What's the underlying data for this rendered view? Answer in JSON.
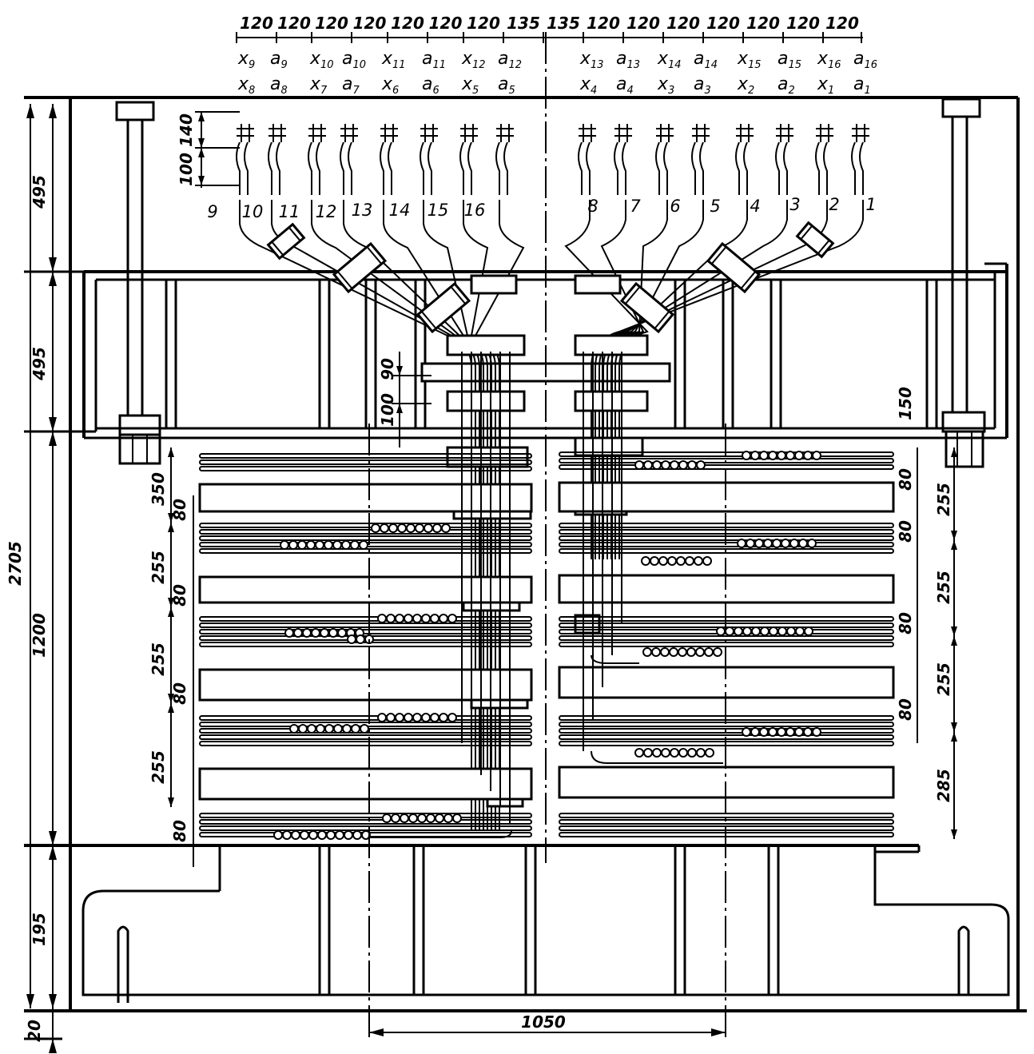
{
  "top_dims": [
    "120",
    "120",
    "120",
    "120",
    "120",
    "120",
    "120",
    "135",
    "135",
    "120",
    "120",
    "120",
    "120",
    "120",
    "120",
    "120"
  ],
  "top_terminals": [
    {
      "base": "x",
      "sub": "9"
    },
    {
      "base": "a",
      "sub": "9"
    },
    {
      "base": "x",
      "sub": "10"
    },
    {
      "base": "a",
      "sub": "10"
    },
    {
      "base": "x",
      "sub": "11"
    },
    {
      "base": "a",
      "sub": "11"
    },
    {
      "base": "x",
      "sub": "12"
    },
    {
      "base": "a",
      "sub": "12"
    },
    {
      "base": "x",
      "sub": "13"
    },
    {
      "base": "a",
      "sub": "13"
    },
    {
      "base": "x",
      "sub": "14"
    },
    {
      "base": "a",
      "sub": "14"
    },
    {
      "base": "x",
      "sub": "15"
    },
    {
      "base": "a",
      "sub": "15"
    },
    {
      "base": "x",
      "sub": "16"
    },
    {
      "base": "a",
      "sub": "16"
    }
  ],
  "bottom_terminals": [
    {
      "base": "x",
      "sub": "8"
    },
    {
      "base": "a",
      "sub": "8"
    },
    {
      "base": "x",
      "sub": "7"
    },
    {
      "base": "a",
      "sub": "7"
    },
    {
      "base": "x",
      "sub": "6"
    },
    {
      "base": "a",
      "sub": "6"
    },
    {
      "base": "x",
      "sub": "5"
    },
    {
      "base": "a",
      "sub": "5"
    },
    {
      "base": "x",
      "sub": "4"
    },
    {
      "base": "a",
      "sub": "4"
    },
    {
      "base": "x",
      "sub": "3"
    },
    {
      "base": "a",
      "sub": "3"
    },
    {
      "base": "x",
      "sub": "2"
    },
    {
      "base": "a",
      "sub": "2"
    },
    {
      "base": "x",
      "sub": "1"
    },
    {
      "base": "a",
      "sub": "1"
    }
  ],
  "lead_numbers": [
    "9",
    "10",
    "11",
    "12",
    "13",
    "14",
    "15",
    "16",
    "8",
    "7",
    "6",
    "5",
    "4",
    "3",
    "2",
    "1"
  ],
  "left_overall": {
    "total": "2705",
    "upper1": "495",
    "upper2": "495",
    "middle": "1200",
    "base": "195",
    "bottom": "20"
  },
  "lead_dims": {
    "d140": "140",
    "d100": "100"
  },
  "center_dims": {
    "d90": "90",
    "d100": "100"
  },
  "left_winding_dims": [
    "350",
    "80",
    "255",
    "80",
    "255",
    "80",
    "255",
    "80"
  ],
  "right_winding_dims": [
    "150",
    "80",
    "255",
    "80",
    "255",
    "80",
    "255",
    "80",
    "285"
  ],
  "bottom_dim": "1050"
}
